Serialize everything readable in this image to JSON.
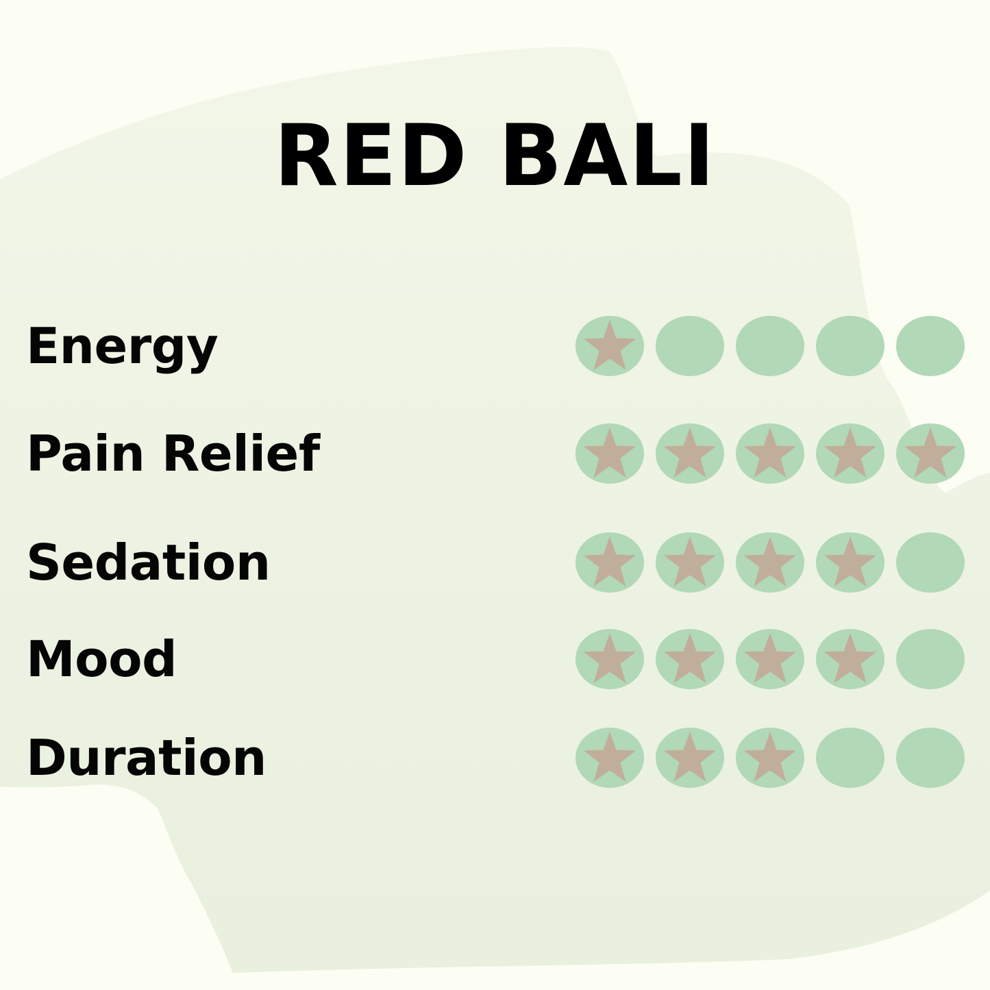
{
  "title": "RED BALI",
  "colors": {
    "background": "#fcfdf3",
    "brush": "#eef3e3",
    "circle": "#b1d8b7",
    "star": "#c1ae9a",
    "text": "#000000"
  },
  "max_rating": 5,
  "ratings": [
    {
      "label": "Energy",
      "value": 1
    },
    {
      "label": "Pain Relief",
      "value": 5
    },
    {
      "label": "Sedation",
      "value": 4
    },
    {
      "label": "Mood",
      "value": 4
    },
    {
      "label": "Duration",
      "value": 3
    }
  ],
  "icons": {
    "filled": "star-icon",
    "empty": "empty-circle-icon"
  }
}
